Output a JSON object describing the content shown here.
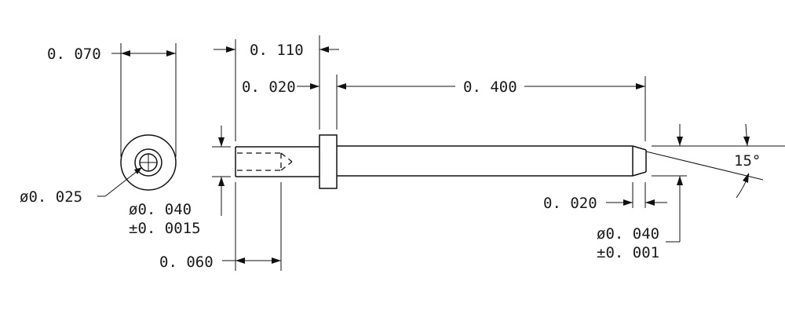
{
  "dimensions": {
    "d_070": "0. 070",
    "d_110": "0. 110",
    "d_020_top": "0. 020",
    "d_400": "0. 400",
    "d_025": "ø0. 025",
    "d_040_left": "ø0. 040",
    "tol_0015": "±0. 0015",
    "d_060": "0. 060",
    "d_020_right": "0. 020",
    "d_040_right": "ø0. 040",
    "tol_001": "±0. 001",
    "angle_15": "15°"
  }
}
